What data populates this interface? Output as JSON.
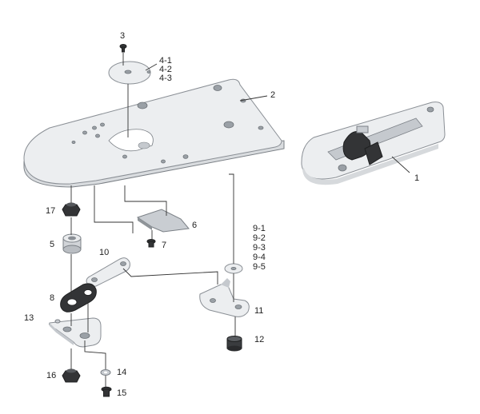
{
  "parts": [
    {
      "id": "p1",
      "label": "1"
    },
    {
      "id": "p2",
      "label": "2"
    },
    {
      "id": "p3",
      "label": "3"
    },
    {
      "id": "p4",
      "label": "4-1"
    },
    {
      "id": "p4b",
      "label": "4-2"
    },
    {
      "id": "p4c",
      "label": "4-3"
    },
    {
      "id": "p5",
      "label": "5"
    },
    {
      "id": "p6",
      "label": "6"
    },
    {
      "id": "p7",
      "label": "7"
    },
    {
      "id": "p8",
      "label": "8"
    },
    {
      "id": "p9a",
      "label": "9-1"
    },
    {
      "id": "p9b",
      "label": "9-2"
    },
    {
      "id": "p9c",
      "label": "9-3"
    },
    {
      "id": "p9d",
      "label": "9-4"
    },
    {
      "id": "p9e",
      "label": "9-5"
    },
    {
      "id": "p10",
      "label": "10"
    },
    {
      "id": "p11",
      "label": "11"
    },
    {
      "id": "p12",
      "label": "12"
    },
    {
      "id": "p13",
      "label": "13"
    },
    {
      "id": "p14",
      "label": "14"
    },
    {
      "id": "p15",
      "label": "15"
    },
    {
      "id": "p16",
      "label": "16"
    },
    {
      "id": "p17",
      "label": "17"
    }
  ]
}
